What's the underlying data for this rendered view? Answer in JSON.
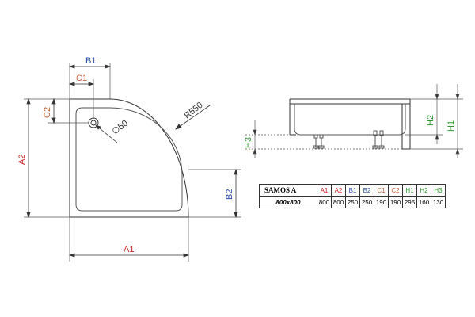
{
  "labels": {
    "a1": "A1",
    "a2": "A2",
    "b1": "B1",
    "b2": "B2",
    "c1": "C1",
    "c2": "C2",
    "h1": "H1",
    "h2": "H2",
    "h3": "H3",
    "radius": "R550",
    "drain": "∅50"
  },
  "table": {
    "model": "SAMOS A",
    "size": "800x800",
    "headers": [
      "A1",
      "A2",
      "B1",
      "B2",
      "C1",
      "C2",
      "H1",
      "H2",
      "H3"
    ],
    "values": [
      "800",
      "800",
      "250",
      "250",
      "190",
      "190",
      "295",
      "160",
      "130"
    ]
  },
  "colors": {
    "a": "#cc2222",
    "b": "#2a4aa8",
    "c": "#c0663a",
    "h": "#2f9a2f",
    "line": "#333333"
  }
}
